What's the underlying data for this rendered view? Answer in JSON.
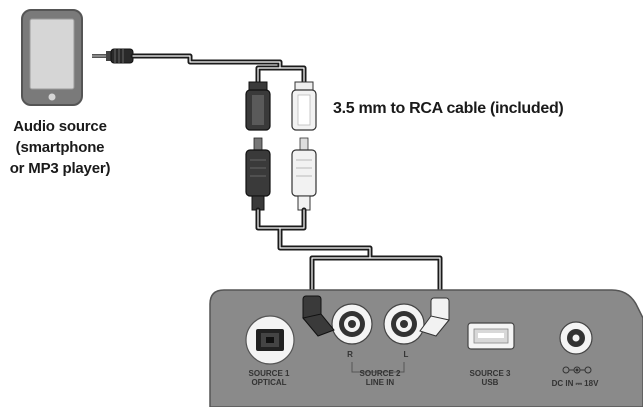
{
  "source": {
    "caption_line1": "Audio source",
    "caption_line2": "(smartphone",
    "caption_line3": "or MP3 player)"
  },
  "cable": {
    "caption": "3.5 mm to RCA cable (included)"
  },
  "panel": {
    "optical_label_line1": "SOURCE 1",
    "optical_label_line2": "OPTICAL",
    "line_in_r": "R",
    "line_in_l": "L",
    "line_in_label_line1": "SOURCE 2",
    "line_in_label_line2": "LINE IN",
    "usb_label_line1": "SOURCE 3",
    "usb_label_line2": "USB",
    "dc_label": "DC IN ⎓ 18V"
  },
  "colors": {
    "device_body": "#7a7a7a",
    "device_screen": "#d6d6d6",
    "panel_fill": "#8a8a8a",
    "cable": "#1a1a1a",
    "white_plug": "#f2f2f2",
    "black_plug": "#3a3a3a"
  },
  "icons": [
    "smartphone-icon",
    "optical-port-icon",
    "rca-jack-icon",
    "usb-port-icon",
    "dc-polarity-icon"
  ]
}
